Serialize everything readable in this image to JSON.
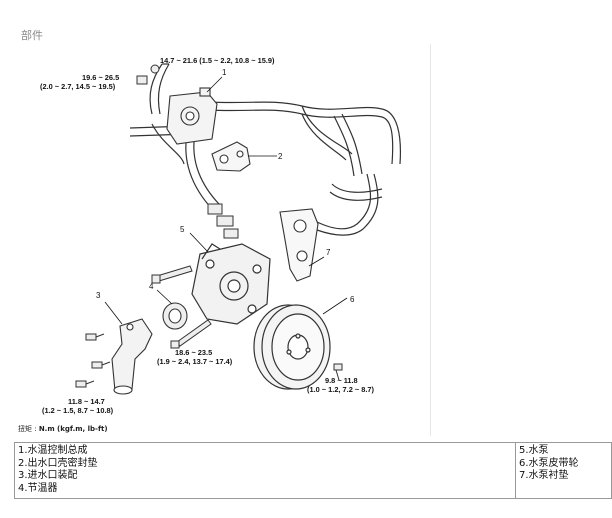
{
  "section_title": "部件",
  "torque_note": {
    "prefix": "扭矩 : ",
    "unit": "N.m (kgf.m, lb-ft)"
  },
  "figure": {
    "callouts": [
      "1",
      "2",
      "3",
      "4",
      "5",
      "6",
      "7"
    ],
    "torques": {
      "t1": "14.7 ~ 21.6 (1.5 ~ 2.2, 10.8 ~ 15.9)",
      "t2a": "19.6 ~ 26.5",
      "t2b": "(2.0 ~ 2.7, 14.5 ~ 19.5)",
      "t3a": "18.6 ~ 23.5",
      "t3b": "(1.9 ~ 2.4, 13.7 ~ 17.4)",
      "t4a": "9.8 ~ 11.8",
      "t4b": "(1.0 ~ 1.2, 7.2 ~ 8.7)",
      "t5a": "11.8 ~ 14.7",
      "t5b": "(1.2 ~ 1.5, 8.7 ~ 10.8)"
    }
  },
  "parts_list": {
    "left": [
      "1.水温控制总成",
      "2.出水口壳密封垫",
      "3.进水口装配",
      "4.节温器"
    ],
    "right": [
      "5.水泵",
      "6.水泵皮带轮",
      "7.水泵衬垫"
    ]
  }
}
